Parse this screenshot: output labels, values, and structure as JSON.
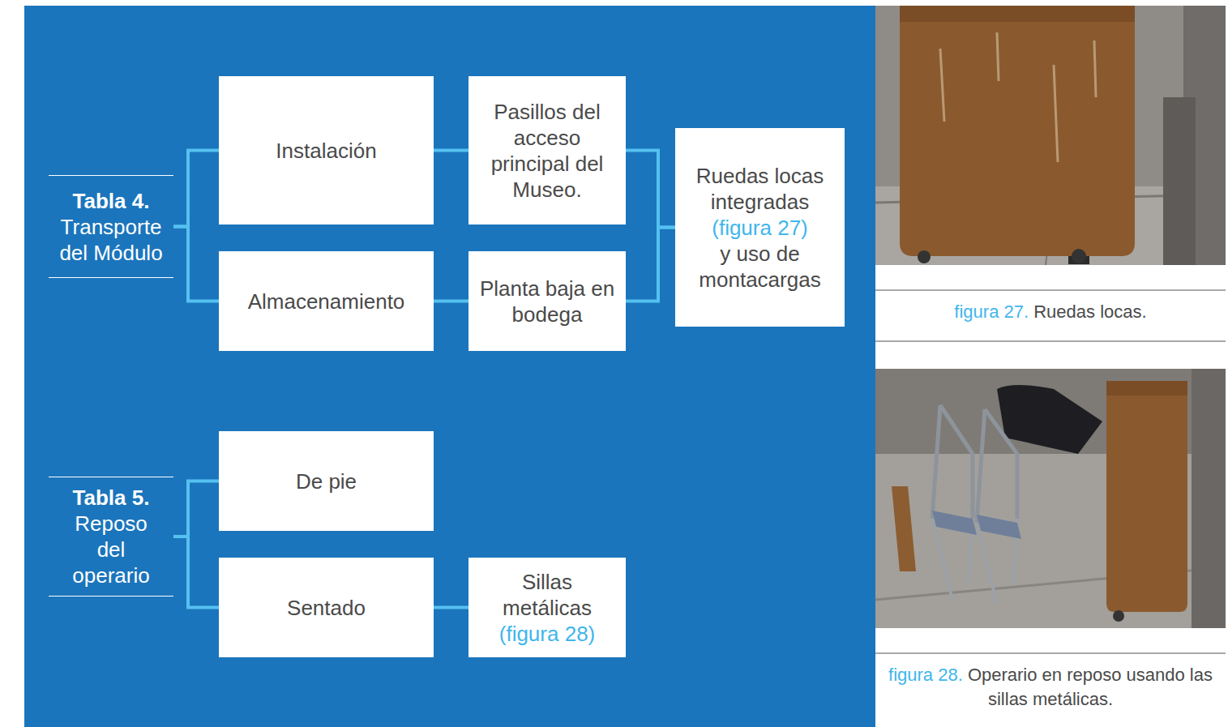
{
  "diagram": {
    "nodes": [
      {
        "text": [
          "Tabla 4.",
          "Transporte del Módulo"
        ]
      },
      {
        "text": [
          "Instalación"
        ]
      },
      {
        "text": [
          "Pasillos del acceso principal del Museo."
        ]
      },
      {
        "text": [
          "Almacenamiento"
        ]
      },
      {
        "text": [
          "Planta baja en bodega"
        ]
      },
      {
        "text": [
          "Ruedas locas integradas",
          "(figura 27)",
          "y uso de montacargas"
        ]
      },
      {
        "text": [
          "Tabla 5.",
          "Reposo del operario"
        ]
      },
      {
        "text": [
          "De pie"
        ]
      },
      {
        "text": [
          "Sentado"
        ]
      },
      {
        "text": [
          "Sillas metálicas",
          "(figura 28)"
        ]
      }
    ],
    "edges": [
      {
        "from": 0,
        "to": 1,
        "arrow": "none"
      },
      {
        "from": 0,
        "to": 3,
        "arrow": "none"
      },
      {
        "from": 1,
        "to": 2,
        "arrow": "none"
      },
      {
        "from": 3,
        "to": 4,
        "arrow": "none"
      },
      {
        "from": 2,
        "to": 5,
        "arrow": "none"
      },
      {
        "from": 4,
        "to": 5,
        "arrow": "none"
      },
      {
        "from": 6,
        "to": 7,
        "arrow": "none"
      },
      {
        "from": 6,
        "to": 8,
        "arrow": "none"
      },
      {
        "from": 8,
        "to": 9,
        "arrow": "none"
      }
    ],
    "labels": [
      "figura 27.",
      "Ruedas locas.",
      "figura 28.",
      "Operario en reposo usando las sillas metálicas."
    ]
  }
}
